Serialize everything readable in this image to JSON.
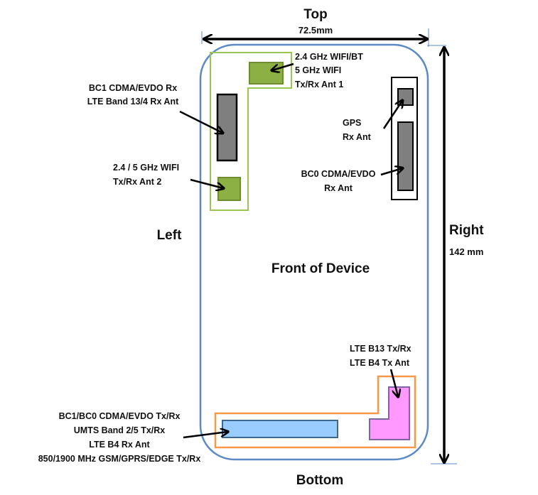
{
  "title": "Front of Device",
  "sides": {
    "top": "Top",
    "bottom": "Bottom",
    "left": "Left",
    "right": "Right"
  },
  "dimensions": {
    "width": "72.5mm",
    "height": "142 mm"
  },
  "colors": {
    "device_outline": "#5b8ac6",
    "green_region": "#9bc653",
    "green_block": "#8db045",
    "green_block_border": "#6e8c36",
    "gray_block": "#7f7f7f",
    "orange_region": "#f6994a",
    "blue_block": "#99ccff",
    "blue_block_border": "#3e6790",
    "pink_block": "#ff99ff",
    "pink_block_border": "#8064a2"
  },
  "antennas": [
    {
      "id": "wifi-bt-ant1",
      "lines": [
        "2.4 GHz WIFI/BT",
        "5 GHz WIFI",
        "Tx/Rx Ant 1"
      ]
    },
    {
      "id": "bc1-lte-rx",
      "lines": [
        "BC1 CDMA/EVDO  Rx",
        "LTE Band 13/4 Rx Ant"
      ]
    },
    {
      "id": "wifi-ant2",
      "lines": [
        "2.4 / 5 GHz WIFI",
        "Tx/Rx Ant 2"
      ]
    },
    {
      "id": "gps",
      "lines": [
        "GPS",
        "Rx Ant"
      ]
    },
    {
      "id": "bc0-rx",
      "lines": [
        "BC0 CDMA/EVDO",
        "Rx Ant"
      ]
    },
    {
      "id": "lte-b13-b4",
      "lines": [
        "LTE B13 Tx/Rx",
        "LTE B4 Tx Ant"
      ]
    },
    {
      "id": "main-bottom",
      "lines": [
        "BC1/BC0 CDMA/EVDO  Tx/Rx",
        "UMTS Band 2/5 Tx/Rx",
        "LTE B4 Rx Ant",
        "850/1900 MHz GSM/GPRS/EDGE  Tx/Rx"
      ]
    }
  ]
}
